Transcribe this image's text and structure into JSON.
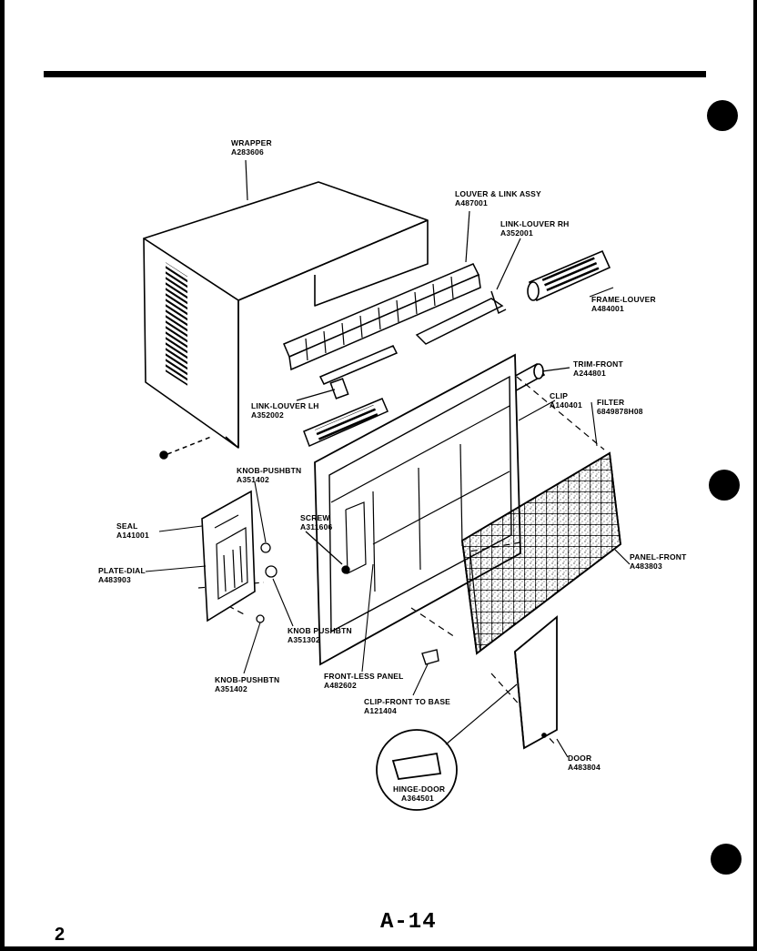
{
  "page": {
    "page_number": "2",
    "page_code": "A-14"
  },
  "parts": [
    {
      "id": "wrapper",
      "name": "WRAPPER",
      "number": "A283606"
    },
    {
      "id": "louver-link-assy",
      "name": "LOUVER & LINK ASSY",
      "number": "A487001"
    },
    {
      "id": "link-louver-rh",
      "name": "LINK-LOUVER RH",
      "number": "A352001"
    },
    {
      "id": "frame-louver",
      "name": "FRAME-LOUVER",
      "number": "A484001"
    },
    {
      "id": "trim-front",
      "name": "TRIM-FRONT",
      "number": "A244801"
    },
    {
      "id": "clip",
      "name": "CLIP",
      "number": "A140401"
    },
    {
      "id": "filter",
      "name": "FILTER",
      "number": "6849878H08"
    },
    {
      "id": "link-louver-lh",
      "name": "LINK-LOUVER LH",
      "number": "A352002"
    },
    {
      "id": "knob-pushbtn-top",
      "name": "KNOB-PUSHBTN",
      "number": "A351402"
    },
    {
      "id": "screw",
      "name": "SCREW",
      "number": "A311606"
    },
    {
      "id": "seal",
      "name": "SEAL",
      "number": "A141001"
    },
    {
      "id": "plate-dial",
      "name": "PLATE-DIAL",
      "number": "A483903"
    },
    {
      "id": "knob-pushbtn-mid",
      "name": "KNOB PUSHBTN",
      "number": "A351302"
    },
    {
      "id": "knob-pushbtn-bottom",
      "name": "KNOB-PUSHBTN",
      "number": "A351402"
    },
    {
      "id": "front-less-panel",
      "name": "FRONT-LESS PANEL",
      "number": "A482602"
    },
    {
      "id": "clip-front-to-base",
      "name": "CLIP-FRONT TO BASE",
      "number": "A121404"
    },
    {
      "id": "panel-front",
      "name": "PANEL-FRONT",
      "number": "A483803"
    },
    {
      "id": "door",
      "name": "DOOR",
      "number": "A483804"
    },
    {
      "id": "hinge-door",
      "name": "HINGE-DOOR",
      "number": "A364501"
    }
  ]
}
